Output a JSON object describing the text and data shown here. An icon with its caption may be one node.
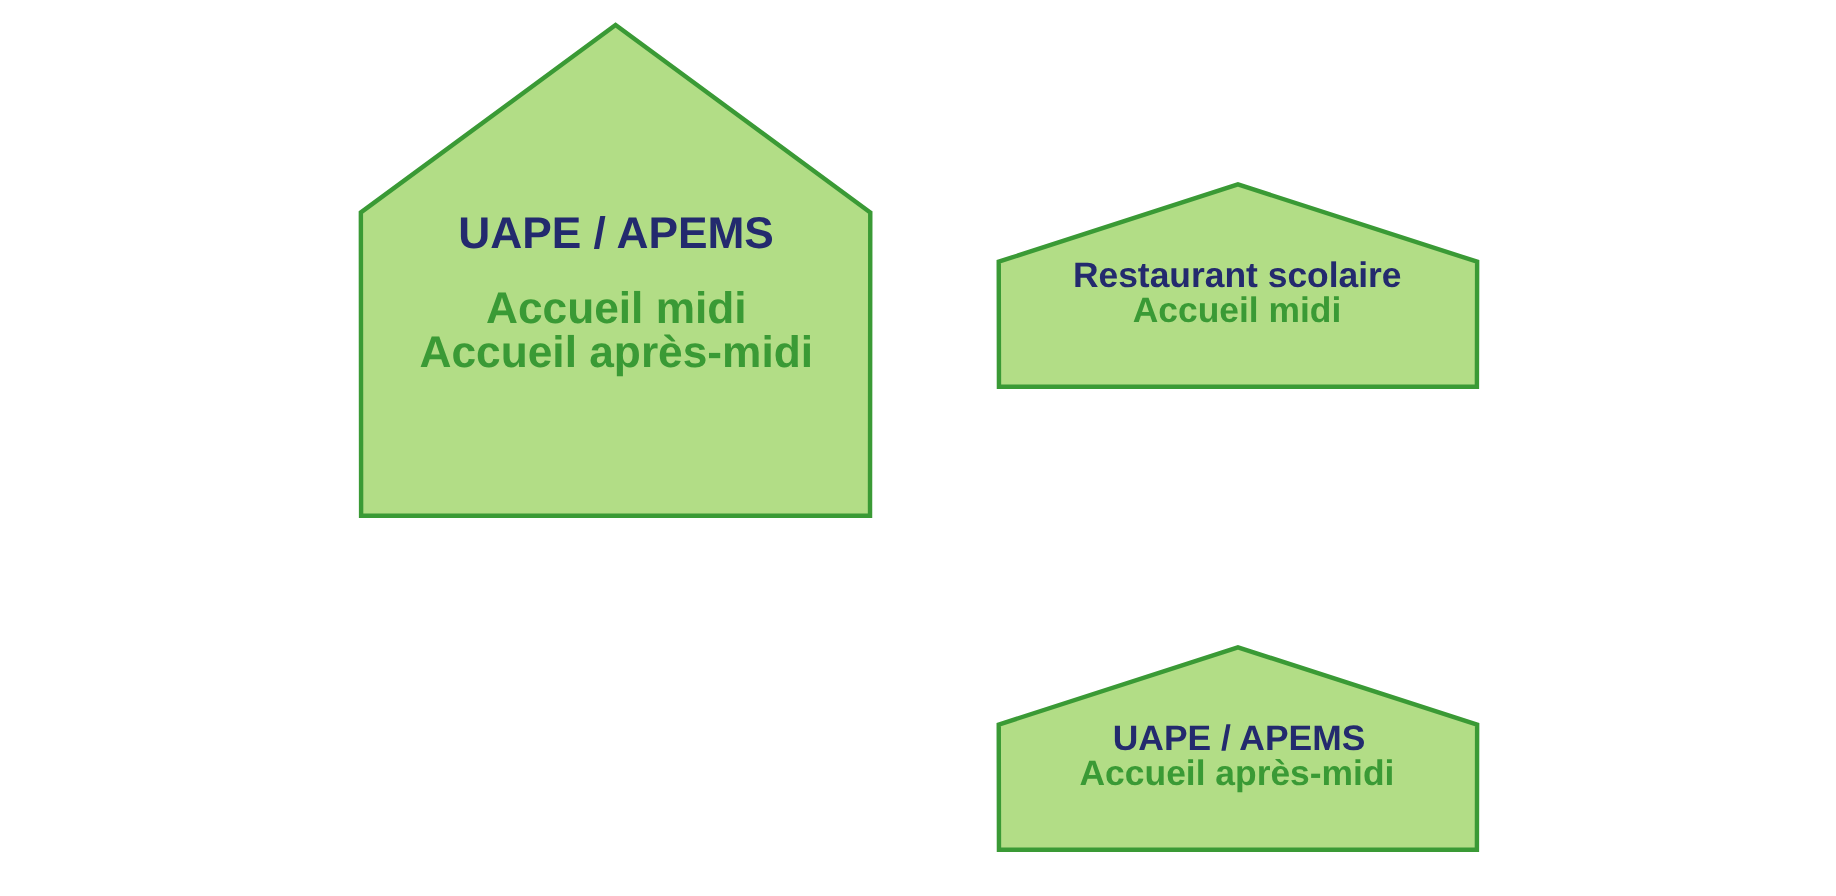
{
  "diagram": {
    "nodes": [
      {
        "text": [
          "UAPE / APEMS",
          "Accueil midi",
          "Accueil après-midi"
        ]
      },
      {
        "text": [
          "Restaurant scolaire",
          "Accueil midi"
        ]
      },
      {
        "text": [
          "UAPE / APEMS",
          "Accueil après-midi"
        ]
      }
    ]
  }
}
